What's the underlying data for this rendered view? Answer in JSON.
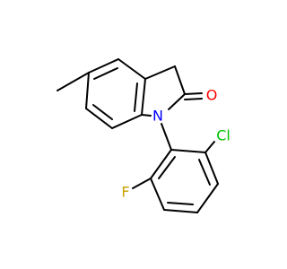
{
  "molecule": {
    "atoms": {
      "oxygen": {
        "label": "O",
        "color": "#ff0000"
      },
      "nitrogen": {
        "label": "N",
        "color": "#0000ff"
      },
      "chlorine": {
        "label": "Cl",
        "color": "#00c000"
      },
      "fluorine": {
        "label": "F",
        "color": "#c8a000"
      }
    },
    "bond_color": "#000000"
  }
}
